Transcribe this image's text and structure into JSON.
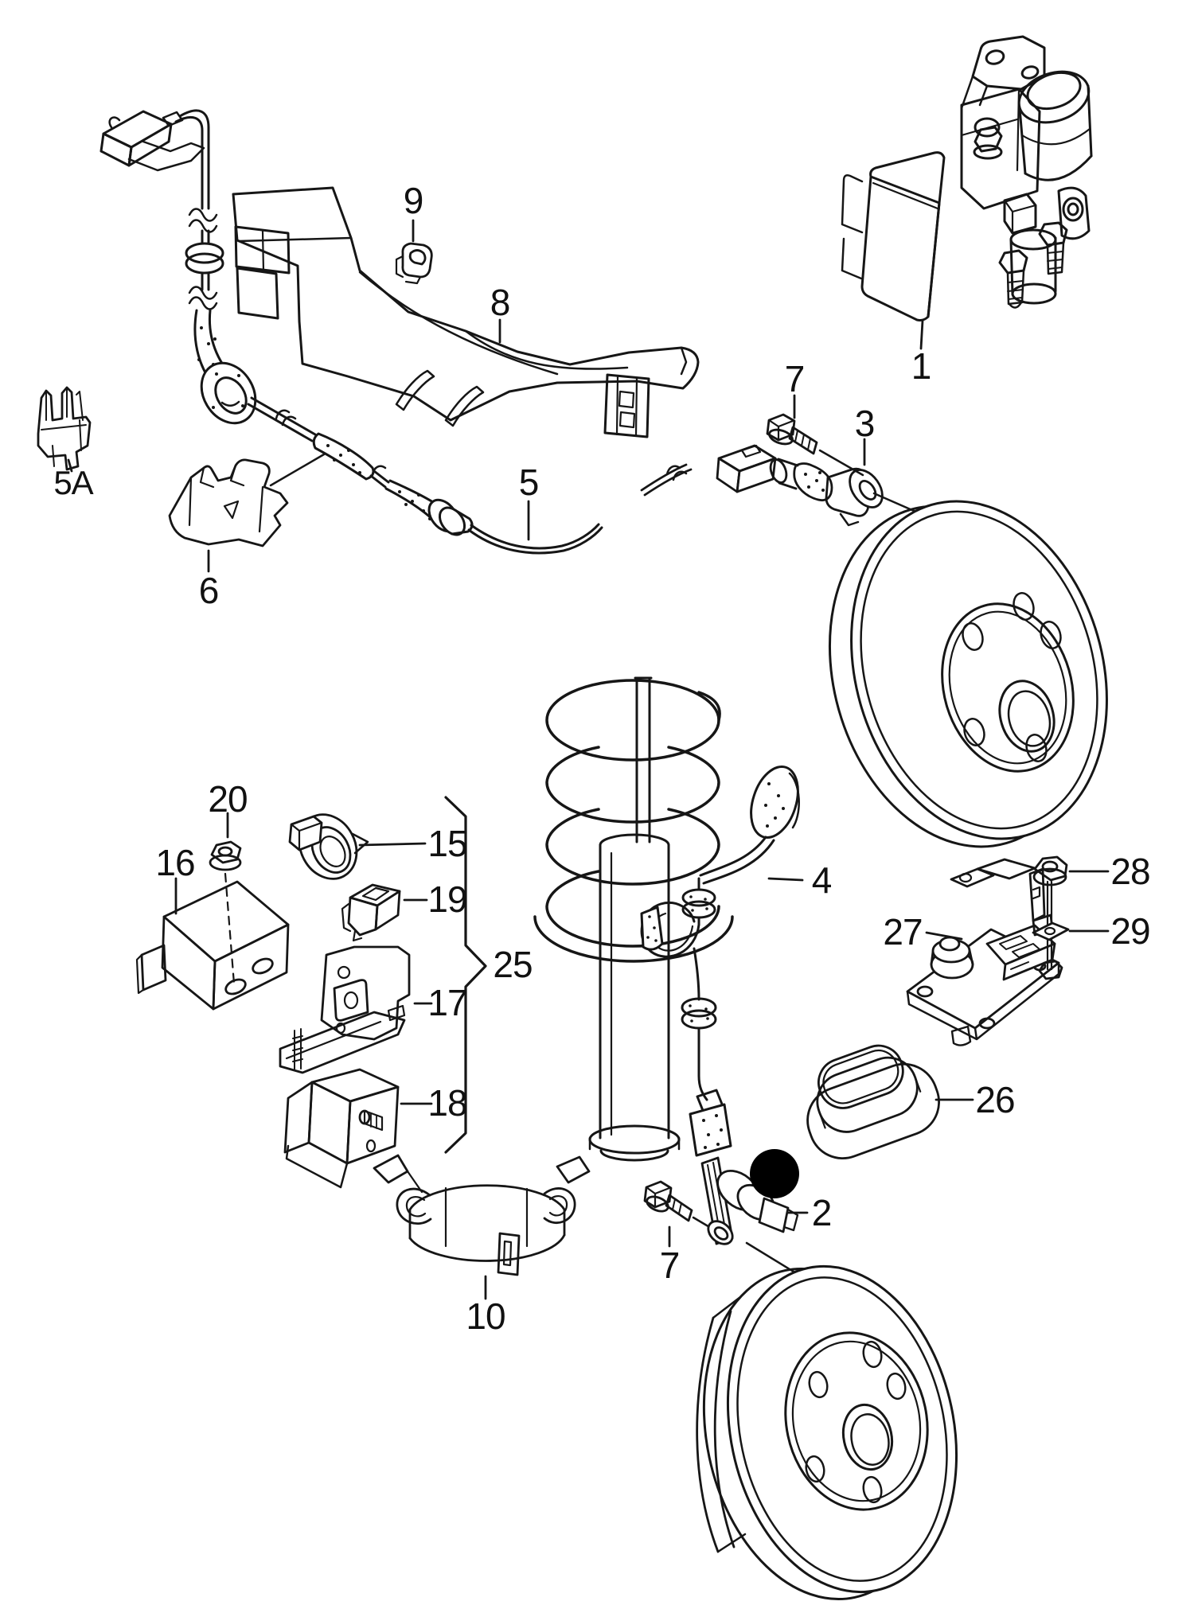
{
  "diagram": {
    "type": "parts-exploded-diagram",
    "subject": "ABS wheel speed sensors, brackets and brake discs",
    "background": "#ffffff",
    "ink": "#161616",
    "highlight_dot_color": "#000000",
    "callouts": {
      "c1": "1",
      "c2": "2",
      "c3": "3",
      "c4": "4",
      "c5": "5",
      "c5a": "5A",
      "c6": "6",
      "c7a": "7",
      "c7b": "7",
      "c8": "8",
      "c9": "9",
      "c10": "10",
      "c15": "15",
      "c16": "16",
      "c17": "17",
      "c18": "18",
      "c19": "19",
      "c20": "20",
      "c25": "25",
      "c26": "26",
      "c27": "27",
      "c28": "28",
      "c29": "29"
    }
  }
}
